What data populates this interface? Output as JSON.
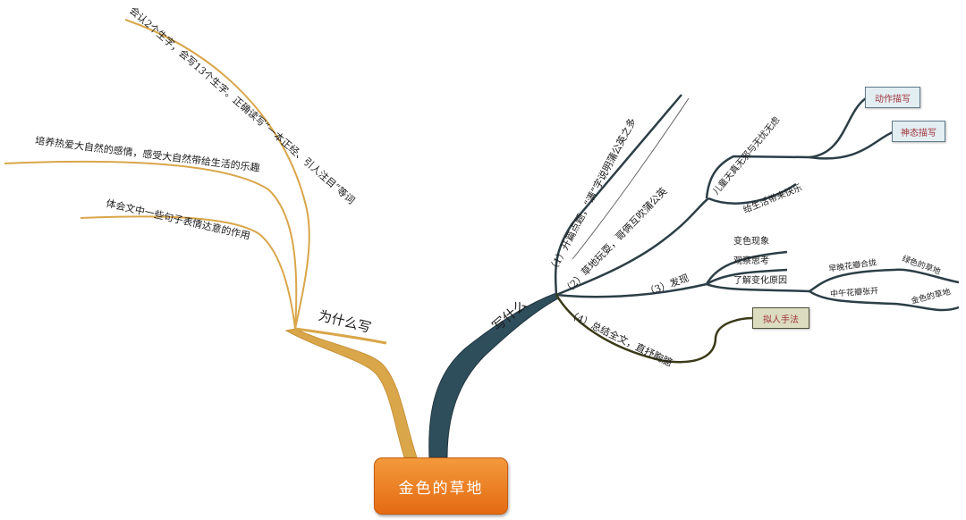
{
  "root": {
    "title": "金色的草地"
  },
  "left": {
    "title": "为什么写",
    "items": [
      "会认2个生字，会写13个生字。正确读写“一本正经、引人注目”等词",
      "培养热爱大自然的感情，感受大自然带给生活的乐趣",
      "体会文中一些句子表情达意的作用"
    ]
  },
  "right": {
    "title": "写什么",
    "b1": "（1）开篇点题，“满”字说明蒲公英之多",
    "b2": {
      "label": "（2）草地玩耍，哥俩互吹蒲公英",
      "c1": "儿童天真无邪与无忧无虑",
      "c1_tags": [
        "动作描写",
        "神态描写"
      ],
      "c2": "给生活带来快乐"
    },
    "b3": {
      "label": "（3）发现",
      "c1": "变色现象",
      "c2": "观察思考",
      "c3": "了解变化原因",
      "d1": "早晚花瓣合拢",
      "d1_result": "绿色的草地",
      "d2": "中午花瓣张开",
      "d2_result": "金色的草地"
    },
    "b4": {
      "label": "（4）总结全文，直抒胸臆",
      "tag": "拟人手法"
    }
  },
  "colors": {
    "left_branch": "#d9a64a",
    "right_branch": "#2f4e5c",
    "line_dark": "#2c3e46",
    "line_olive": "#3a3a18",
    "line_gray": "#666666",
    "root_fill": "#ee8228"
  }
}
